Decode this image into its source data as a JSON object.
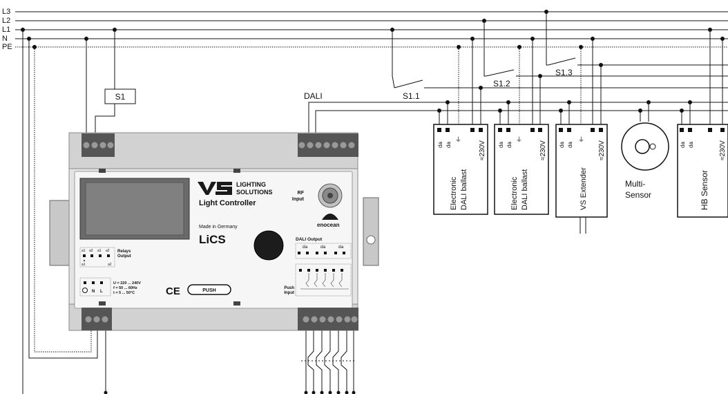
{
  "rails": {
    "l3": "L3",
    "l2": "L2",
    "l1": "L1",
    "n": "N",
    "pe": "PE"
  },
  "switches": {
    "s1": "S1",
    "s11": "S1.1",
    "s12": "S1.2",
    "s13": "S1.3"
  },
  "bus_label": "DALI",
  "controller": {
    "brand_top": "LIGHTING",
    "brand_bottom": "SOLUTIONS",
    "product": "Light Controller",
    "rf_line1": "RF",
    "rf_line2": "Input",
    "made_in": "Made in Germany",
    "lics": "LiCS",
    "enocean": "enocean",
    "dali_output": "DALI Output",
    "da": "da",
    "relays_line1": "Relays",
    "relays_line2": "Output",
    "relay_pins": [
      "a1",
      "a2",
      "a1",
      "a2"
    ],
    "relay_sub_left": "a1",
    "relay_sub_right": "a2",
    "supply_pins": [
      "N",
      "L"
    ],
    "spec_u": "U = 220 ... 240V",
    "spec_f": "f  = 50 ... 60Hz",
    "spec_t": "t  = 5 ... 50°C",
    "ce": "CE",
    "push_button": "PUSH",
    "push_line1": "Push",
    "push_line2": "Input"
  },
  "devices": {
    "ballast1": {
      "line1": "Electronic",
      "line2": "DALI ballast",
      "voltage": "≈230V",
      "da": "da"
    },
    "ballast2": {
      "line1": "Electronic",
      "line2": "DALI ballast",
      "voltage": "≈230V",
      "da": "da"
    },
    "extender": {
      "line1": "VS Extender",
      "voltage": "≈230V",
      "da": "da"
    },
    "multisensor": {
      "line1": "Multi-",
      "line2": "Sensor"
    },
    "hbsensor": {
      "line1": "HB Sensor",
      "voltage": "≈230V",
      "da": "da"
    }
  }
}
